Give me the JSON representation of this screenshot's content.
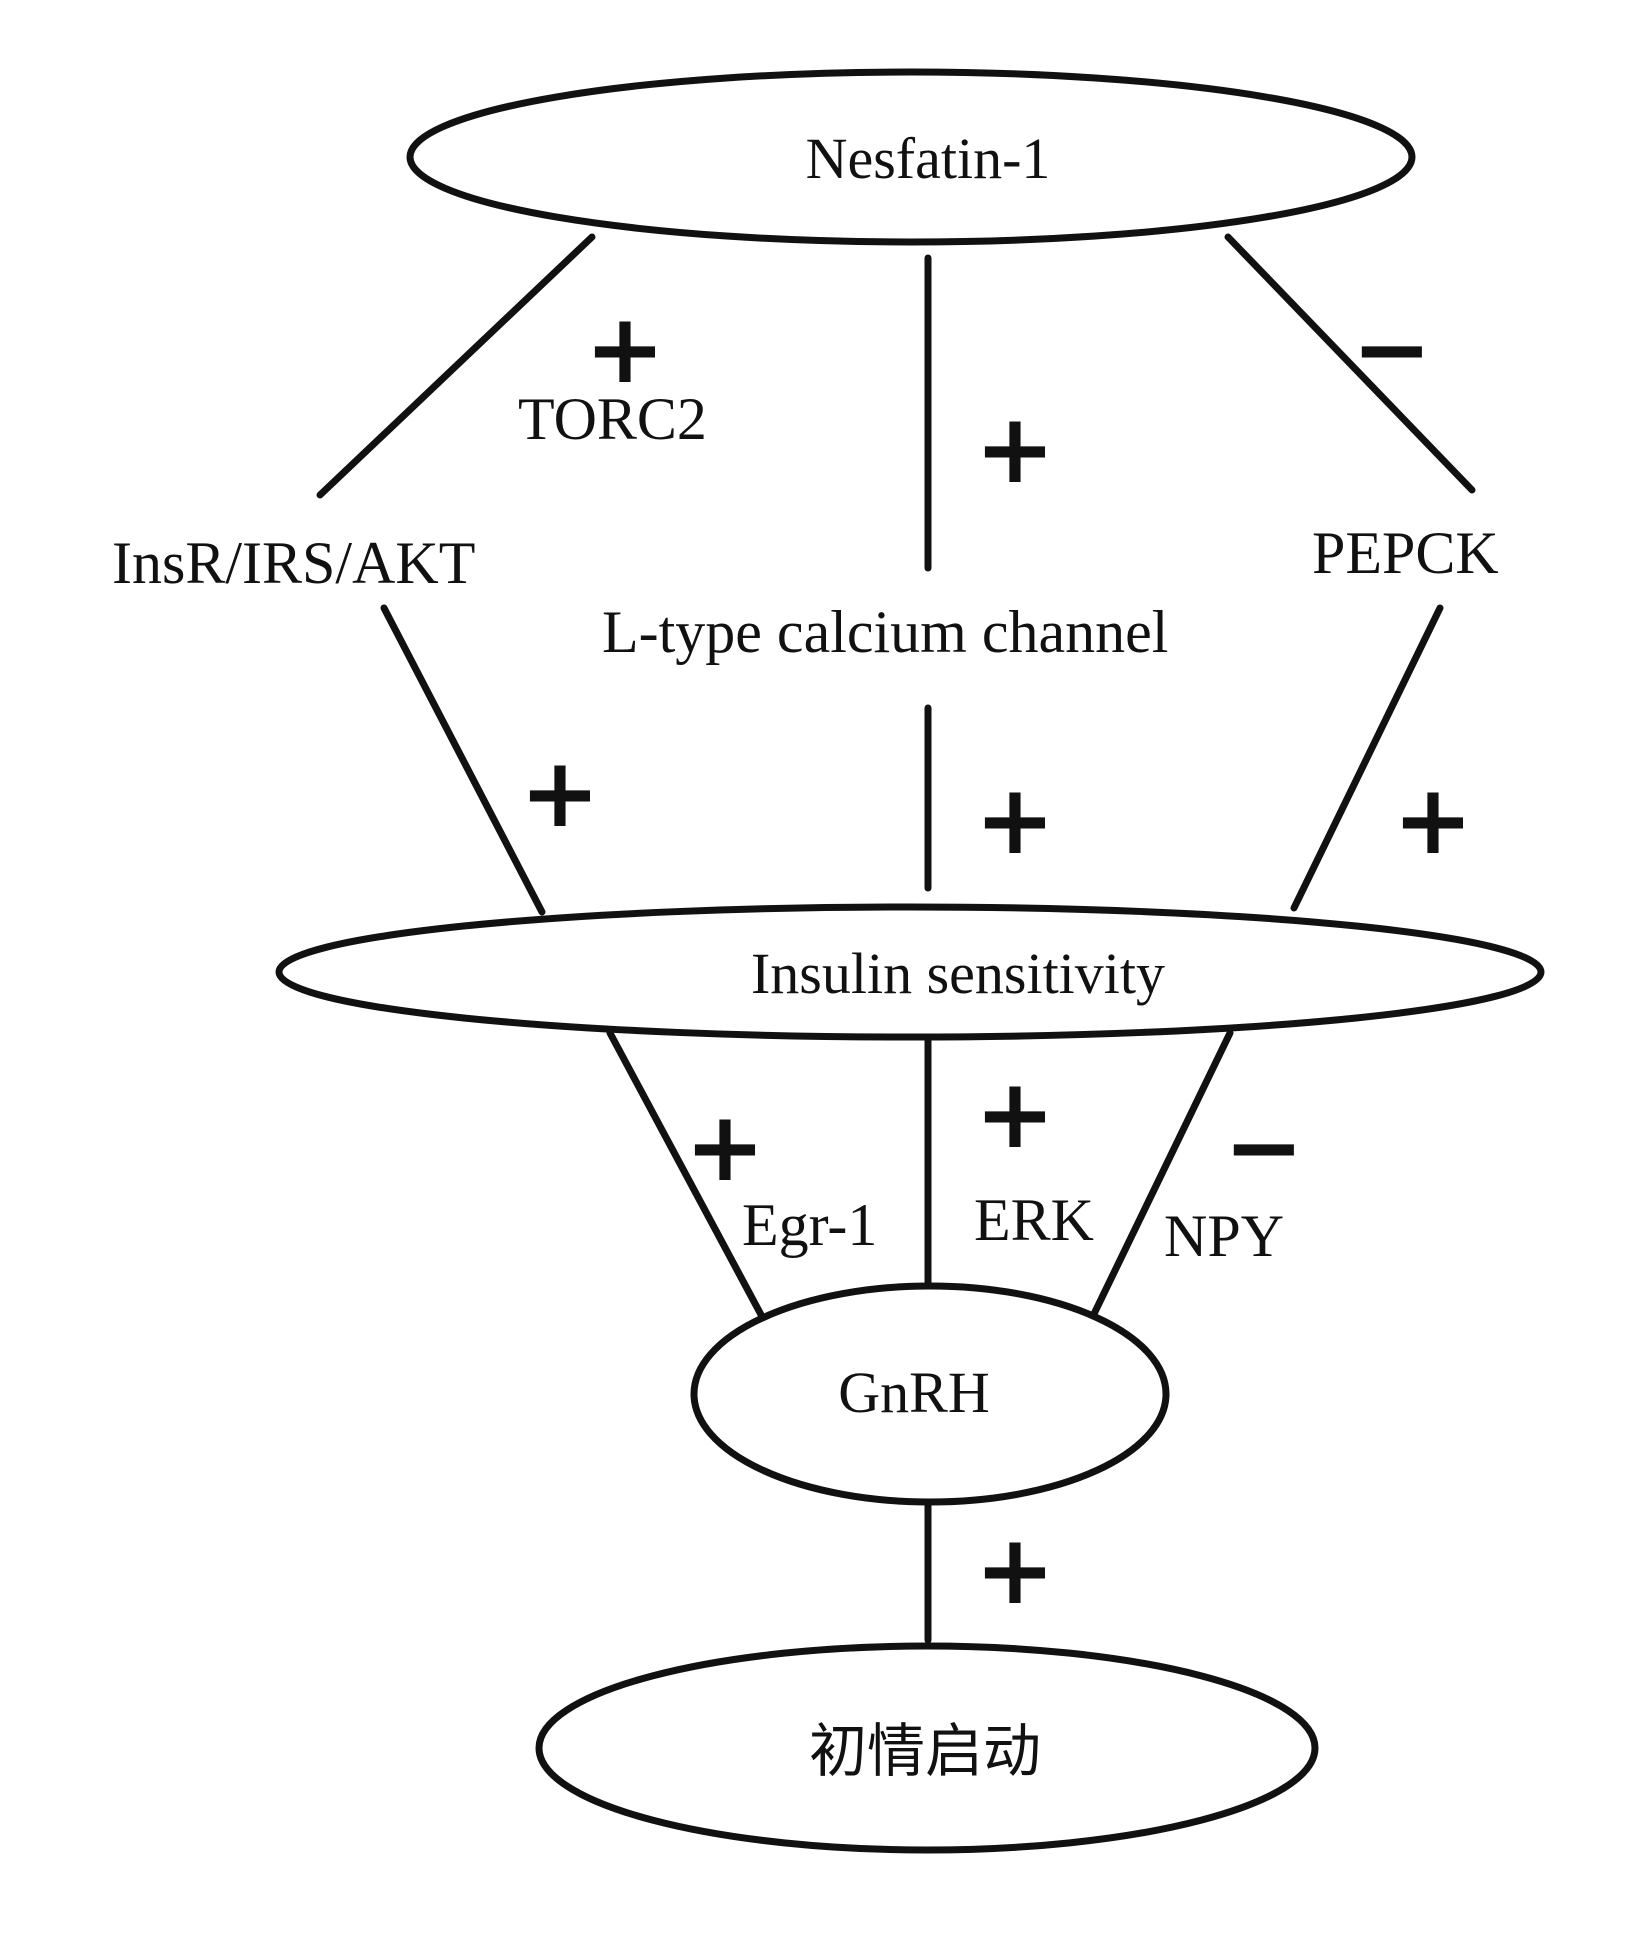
{
  "nodes": {
    "nesfatin": "Nesfatin-1",
    "insulin_sensitivity": "Insulin sensitivity",
    "gnrh": "GnRH",
    "puberty_onset": "初情启动"
  },
  "pathways": {
    "insr": "InsR/IRS/AKT",
    "torc2": "TORC2",
    "l_type": "L-type calcium channel",
    "pepck": "PEPCK",
    "egr1": "Egr-1",
    "erk": "ERK",
    "npy": "NPY"
  },
  "signs": {
    "nesfatin_to_insr": "+",
    "nesfatin_to_ltype": "+",
    "nesfatin_to_pepck": "−",
    "insr_to_insulin": "+",
    "ltype_to_insulin": "+",
    "pepck_to_insulin": "+",
    "egr1_to_gnrh": "+",
    "erk_to_gnrh": "+",
    "npy_to_gnrh": "−",
    "gnrh_to_puberty": "+"
  }
}
